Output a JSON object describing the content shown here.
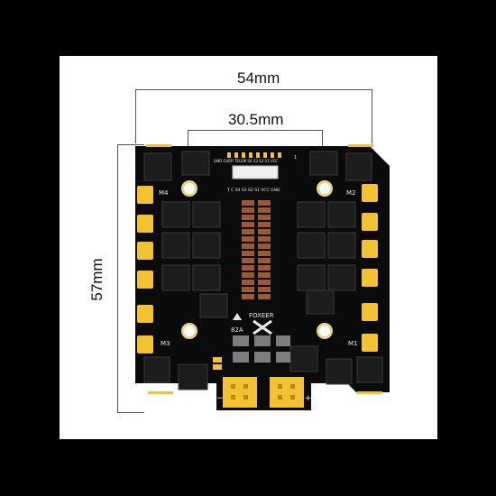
{
  "dimensions": {
    "width_label": "54mm",
    "mount_label": "30.5mm",
    "height_label": "57mm"
  },
  "board": {
    "brand": "FOXEER",
    "current_rating": "82A",
    "motor_labels": [
      "M4",
      "M2",
      "M3",
      "M1"
    ],
    "connector_pins_top": "GND CURR TELEM S4 S3 S2 S1 VCC",
    "connector_pins_bottom": "T C S4 S3 S2 S1 VCC GND",
    "connector_pin1": "1",
    "power_neg": "−",
    "power_pos": "+"
  },
  "colors": {
    "background": "#000000",
    "panel": "#ffffff",
    "pcb": "#0b0b0b",
    "pad_gold": "#f2c232",
    "capacitor": "#9a5a36",
    "mosfet": "#1c1c1c"
  }
}
